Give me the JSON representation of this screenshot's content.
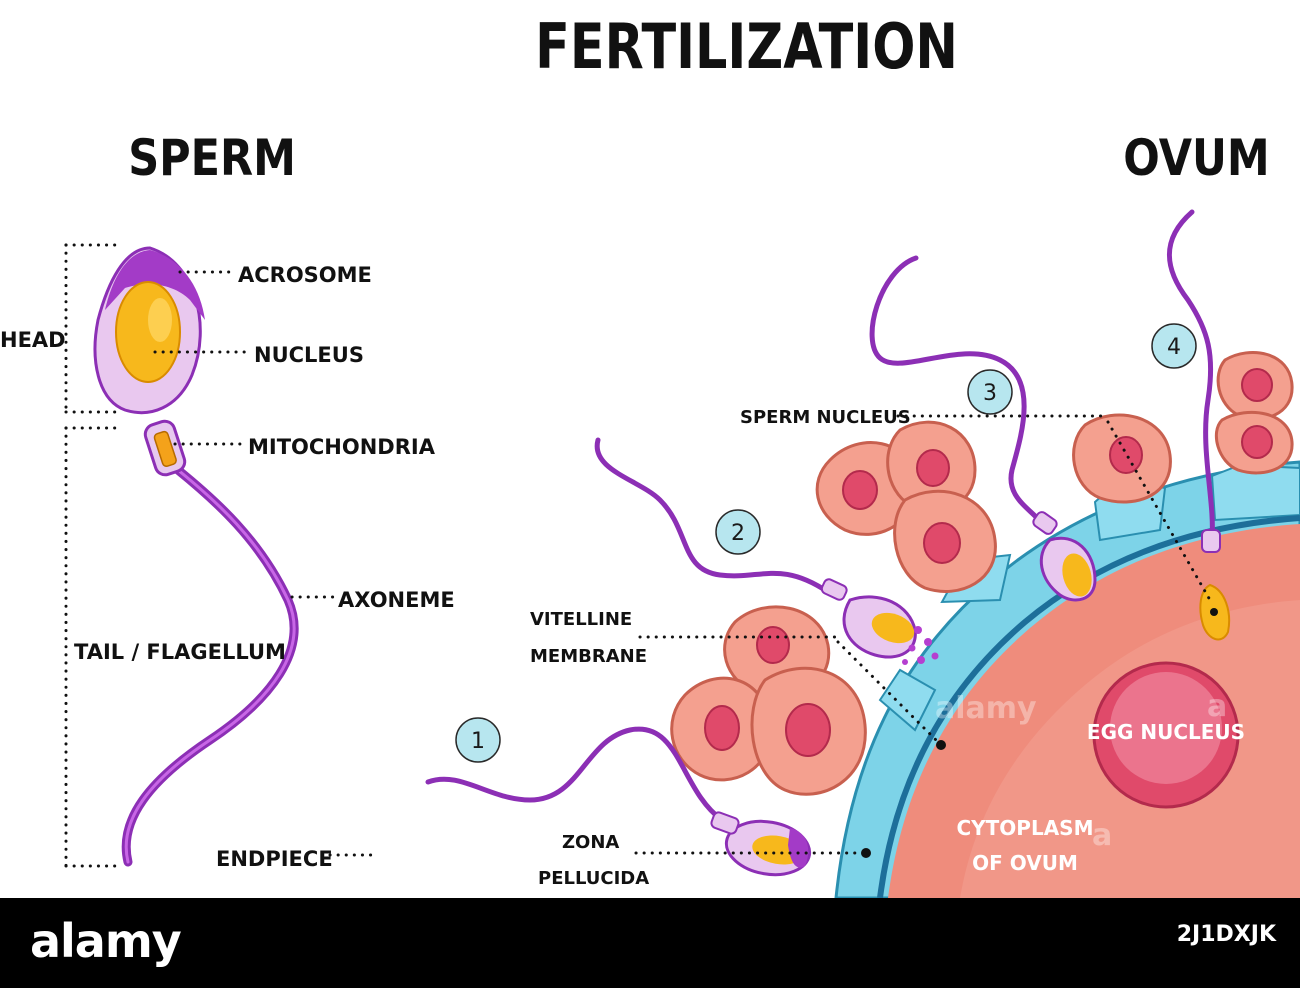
{
  "title": "FERTILIZATION",
  "sections": {
    "sperm": "SPERM",
    "ovum": "OVUM"
  },
  "sperm_labels": {
    "acrosome": "ACROSOME",
    "nucleus": "NUCLEUS",
    "mitochondria": "MITOCHONDRIA",
    "axoneme": "AXONEME",
    "endpiece": "ENDPIECE",
    "head": "HEAD",
    "tail": "TAIL / FLAGELLUM"
  },
  "ovum_labels": {
    "sperm_nucleus": "SPERM NUCLEUS",
    "vitelline_line1": "VITELLINE",
    "vitelline_line2": "MEMBRANE",
    "zona_line1": "ZONA",
    "zona_line2": "PELLUCIDA",
    "egg_nucleus": "EGG NUCLEUS",
    "cytoplasm_line1": "CYTOPLASM",
    "cytoplasm_line2": "OF OVUM"
  },
  "steps": [
    "1",
    "2",
    "3",
    "4"
  ],
  "watermark": {
    "logo": "alamy",
    "image_id": "2J1DXJK",
    "mark_a": "a"
  },
  "colors": {
    "sperm_purple": "#8c2fb5",
    "sperm_head": "#e9c8ef",
    "nucleus_yellow": "#f7b81c",
    "ovum_cytoplasm": "#ef8c7c",
    "zona_blue": "#7dd3e8",
    "corona_cell": "#f4a08f",
    "cell_nucleus": "#e04a6a",
    "step_circle": "#b7e6ef"
  }
}
